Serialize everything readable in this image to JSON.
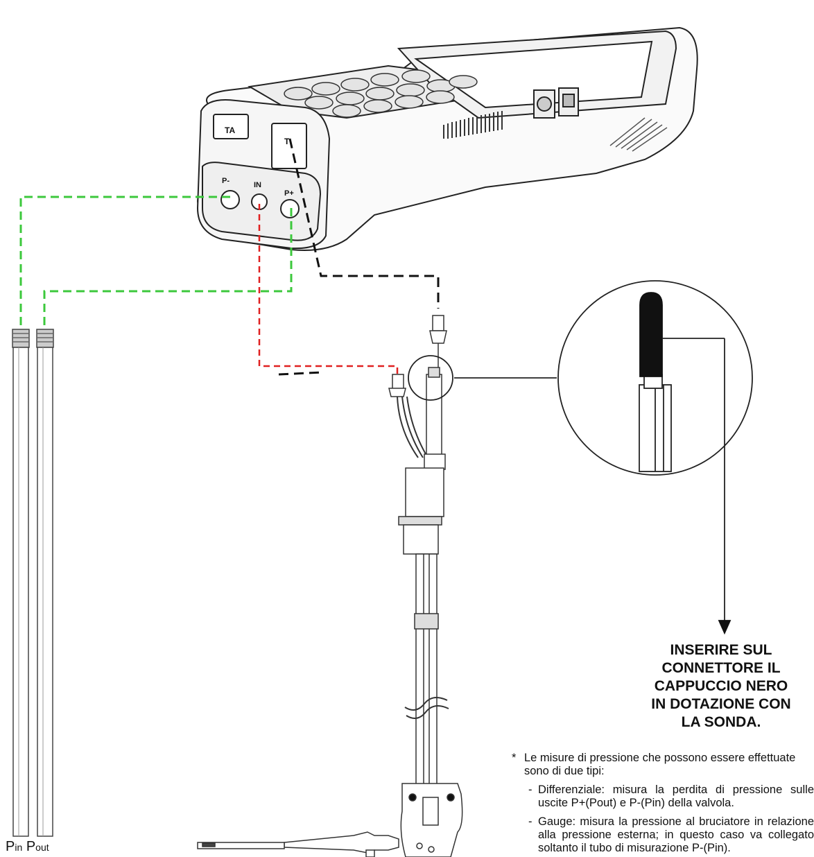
{
  "device": {
    "port_labels": {
      "p_minus": "P-",
      "in": "IN",
      "p_plus": "P+"
    },
    "ta_labels": {
      "left": "TA",
      "right": "T"
    }
  },
  "tubes": {
    "left": {
      "main": "P",
      "sub": "in"
    },
    "right": {
      "main": "P",
      "sub": "out"
    }
  },
  "callout": {
    "lines": [
      "INSERIRE SUL",
      "CONNETTORE IL",
      "CAPPUCCIO NERO",
      "IN DOTAZIONE CON",
      "LA SONDA."
    ]
  },
  "note": {
    "marker": "*",
    "intro": "Le misure di pressione che possono essere effettuate sono di due tipi:",
    "items": [
      {
        "dash": "-",
        "text": "Differenziale: misura la perdita di pressione sulle uscite P+(Pout) e P-(Pin) della valvola."
      },
      {
        "dash": "-",
        "text": "Gauge: misura la pressione al bruciatore in relazione alla pressione esterna; in questo caso va collegato soltanto il tubo di misurazione P-(Pin)."
      }
    ]
  },
  "colors": {
    "green_line": "#3cc83c",
    "red_line": "#e02020",
    "black_line": "#111111"
  }
}
